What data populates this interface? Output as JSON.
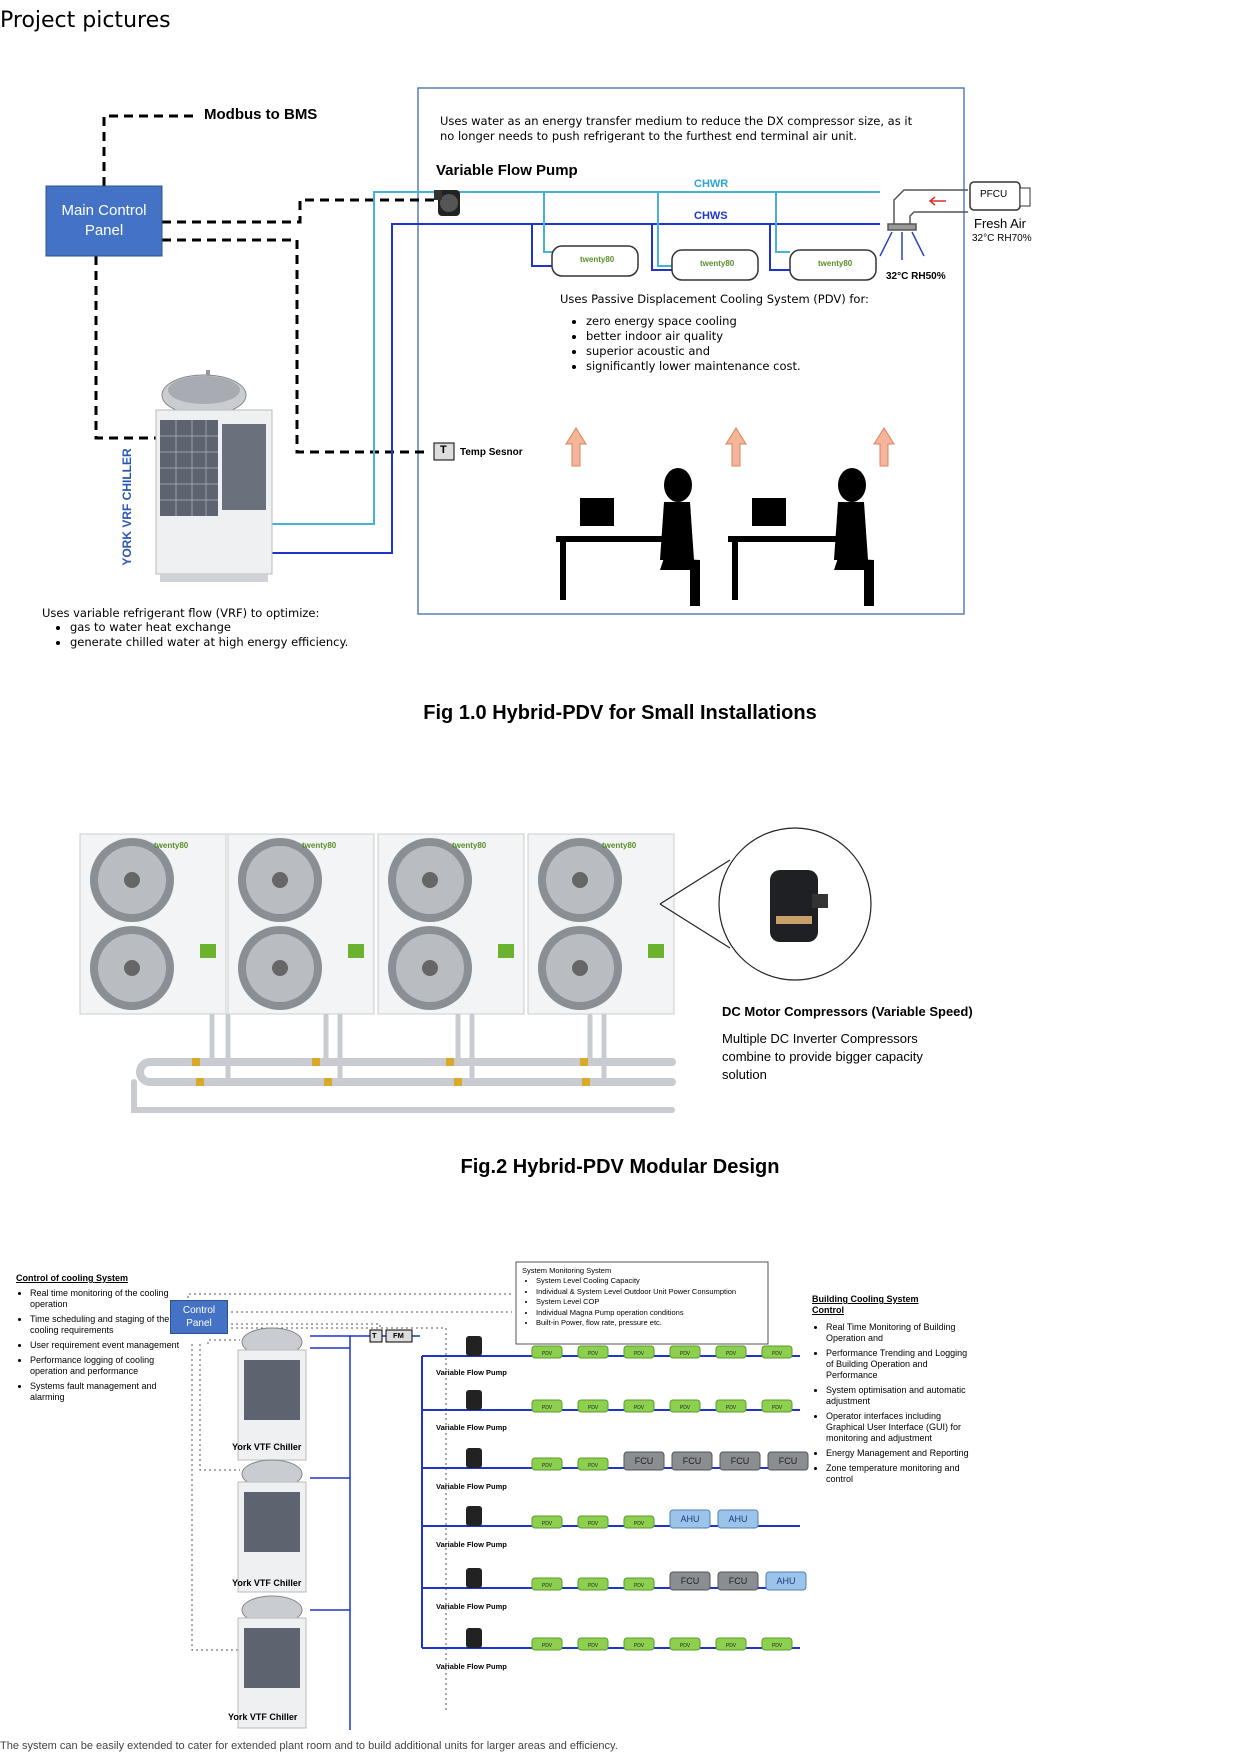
{
  "page": {
    "heading": "Project pictures"
  },
  "fig1": {
    "caption": "Fig 1.0 Hybrid-PDV for Small Installations",
    "modbus_label": "Modbus to BMS",
    "main_control_panel": "Main Control Panel",
    "intro_text": "Uses water as an energy transfer medium to reduce the DX compressor size, as it no longer needs to push refrigerant to the furthest end terminal air unit.",
    "pump_label": "Variable Flow Pump",
    "chwr": "CHWR",
    "chws": "CHWS",
    "pfcu": "PFCU",
    "fresh_air": "Fresh Air",
    "fresh_air_cond": "32°C RH70%",
    "supply_cond": "32°C  RH50%",
    "unit_brand": "twenty80",
    "pdv_intro": "Uses Passive Displacement Cooling System (PDV) for:",
    "pdv_benefits": [
      "zero energy space cooling",
      "better indoor air quality",
      "superior acoustic and",
      "significantly lower maintenance cost."
    ],
    "temp_sensor_symbol": "T",
    "temp_sensor_label": "Temp Sesnor",
    "chiller_label": "YORK VRF CHILLER",
    "vrf_intro": "Uses variable refrigerant flow (VRF) to optimize:",
    "vrf_benefits": [
      "gas to water heat exchange",
      "generate chilled water at high energy efficiency."
    ]
  },
  "fig2": {
    "caption": "Fig.2 Hybrid-PDV Modular Design",
    "unit_brand": "twenty80",
    "compressor_title": "DC Motor Compressors (Variable Speed)",
    "compressor_desc": "Multiple DC Inverter Compressors combine to provide  bigger capacity solution"
  },
  "fig3": {
    "left_title": "Control of cooling System",
    "left_items": [
      "Real time monitoring of the cooling operation",
      "Time scheduling  and staging of the cooling requirements",
      "User requirement event management",
      "Performance logging of cooling  operation and performance",
      "Systems fault management and alarming"
    ],
    "control_panel": "Control Panel",
    "monitor_title": "System Monitoring System",
    "monitor_items": [
      "System Level Cooling Capacity",
      "Individual & System Level Outdoor Unit Power Consumption",
      "System Level COP",
      "Individual Magna Pump operation conditions",
      "Built-in Power, flow rate, pressure etc."
    ],
    "right_title": "Building Cooling System Control",
    "right_items": [
      "Real Time Monitoring of Building Operation  and",
      "Performance Trending and Logging of Building Operation and Performance",
      "System optimisation and automatic adjustment",
      "Operator interfaces including Graphical User Interface (GUI) for monitoring and adjustment",
      "Energy Management  and Reporting",
      "Zone temperature monitoring and control"
    ],
    "chiller_labels": [
      "York VTF Chiller",
      "York VTF Chiller",
      "York VTF Chiller"
    ],
    "pump_label": "Variable Flow Pump",
    "rows": [
      [
        "PDV",
        "PDV",
        "PDV",
        "PDV",
        "PDV",
        "PDV"
      ],
      [
        "PDV",
        "PDV",
        "PDV",
        "PDV",
        "PDV",
        "PDV"
      ],
      [
        "PDV",
        "PDV",
        "FCU",
        "FCU",
        "FCU",
        "FCU"
      ],
      [
        "PDV",
        "PDV",
        "PDV",
        "AHU",
        "AHU"
      ],
      [
        "PDV",
        "PDV",
        "PDV",
        "FCU",
        "FCU",
        "AHU"
      ],
      [
        "PDV",
        "PDV",
        "PDV",
        "PDV",
        "PDV",
        "PDV"
      ]
    ],
    "sensor_symbol": "T",
    "fm_symbol": "FM"
  },
  "footer_text": "The system can be easily extended to cater for extended plant room and to build additional units for larger areas and efficiency."
}
